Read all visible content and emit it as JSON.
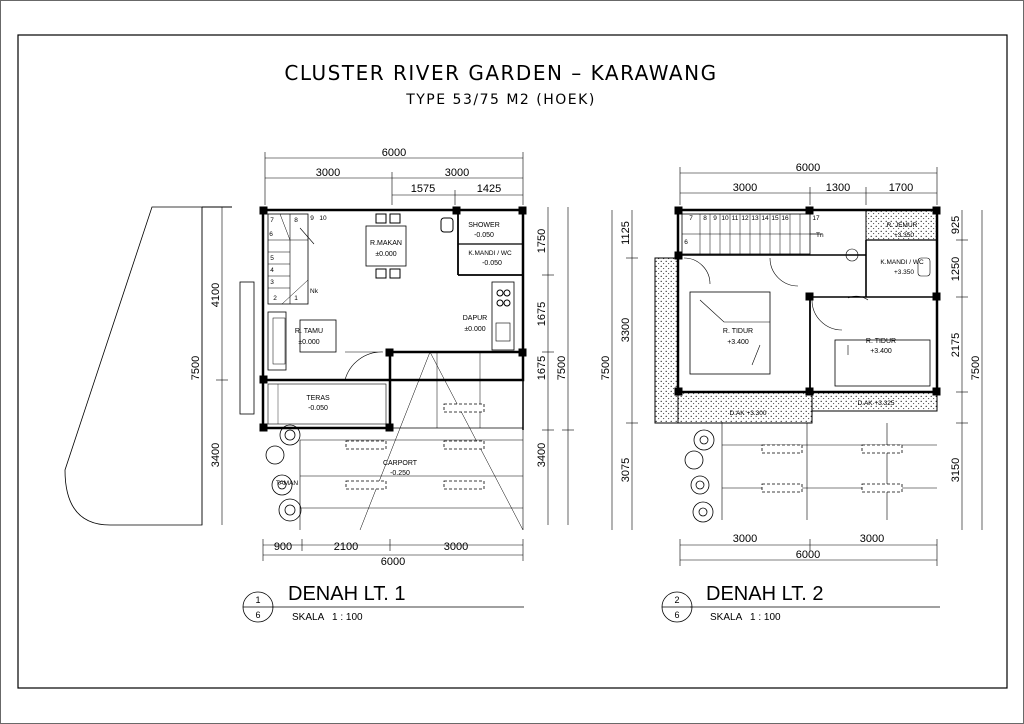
{
  "title": "CLUSTER RIVER GARDEN – KARAWANG",
  "subtitle": "TYPE 53/75 M2 (HOEK)",
  "plan1": {
    "heading": "DENAH LT. 1",
    "scale": "SKALA   1 : 100",
    "badge_top": "1",
    "badge_bottom": "6",
    "dims_top": [
      "6000",
      "3000",
      "3000",
      "1575",
      "1425"
    ],
    "dims_left": [
      "4100",
      "7500",
      "3400"
    ],
    "dims_right": [
      "1750",
      "1675",
      "1675",
      "7500",
      "3400"
    ],
    "dims_bottom": [
      "900",
      "2100",
      "3000",
      "6000"
    ],
    "rooms": {
      "makan": [
        "R.MAKAN",
        "±0.000"
      ],
      "shower": [
        "SHOWER",
        "-0.050"
      ],
      "kmandi": [
        "K.MANDI / WC",
        "-0.050"
      ],
      "dapur": [
        "DAPUR",
        "±0.000"
      ],
      "tamu": [
        "R. TAMU",
        "±0.000"
      ],
      "teras": [
        "TERAS",
        "-0.050"
      ],
      "carport": [
        "CARPORT",
        "-0.250"
      ],
      "taman": "TAMAN",
      "nk": "Nk"
    },
    "stairs": [
      "1",
      "2",
      "3",
      "4",
      "5",
      "6",
      "7",
      "8",
      "9",
      "10"
    ]
  },
  "plan2": {
    "heading": "DENAH LT. 2",
    "scale": "SKALA   1 : 100",
    "badge_top": "2",
    "badge_bottom": "6",
    "dims_top": [
      "6000",
      "3000",
      "1300",
      "1700"
    ],
    "dims_left": [
      "1125",
      "3300",
      "7500",
      "3075"
    ],
    "dims_right": [
      "925",
      "1250",
      "2175",
      "7500",
      "3150"
    ],
    "dims_bottom": [
      "3000",
      "3000",
      "6000"
    ],
    "rooms": {
      "tidur1": [
        "R. TIDUR",
        "+3.400"
      ],
      "tidur2": [
        "R. TIDUR",
        "+3.400"
      ],
      "jemur": [
        "R. JEMUR",
        "+3.350"
      ],
      "kmandi": [
        "K.MANDI / WC",
        "+3.350"
      ],
      "tn": "Tn",
      "dak1": "D.AK +3.300",
      "dak2": "D.AK +3.325"
    },
    "stairs": [
      "6",
      "7",
      "8",
      "9",
      "10",
      "11",
      "12",
      "13",
      "14",
      "15",
      "16",
      "17"
    ]
  }
}
